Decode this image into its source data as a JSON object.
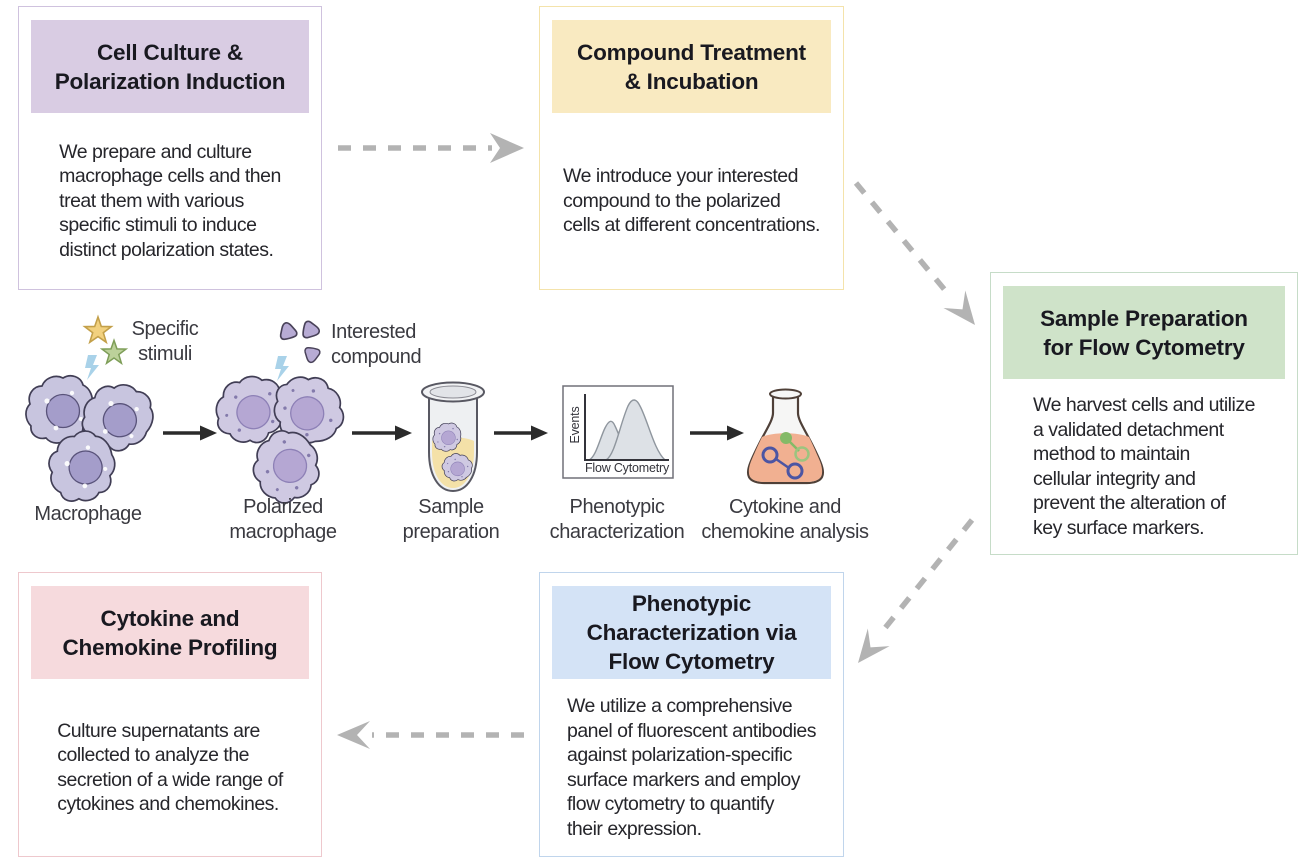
{
  "boxes": [
    {
      "id": "cell-culture",
      "title": "Cell Culture &\nPolarization Induction",
      "body": "We prepare and culture\nmacrophage cells and then\ntreat them with various\nspecific stimuli to induce\ndistinct polarization states.",
      "header_bg": "#d9cce3",
      "border_color": "#cfc2de"
    },
    {
      "id": "compound-treatment",
      "title": "Compound Treatment\n& Incubation",
      "body": "We introduce your interested\ncompound to the polarized\ncells at different concentrations.",
      "header_bg": "#f9eac1",
      "border_color": "#f4e3ab"
    },
    {
      "id": "sample-preparation",
      "title": "Sample Preparation\nfor Flow Cytometry",
      "body": "We harvest cells and utilize\na validated detachment\nmethod to maintain\ncellular integrity and\nprevent the alteration of\nkey surface markers.",
      "header_bg": "#cfe3c9",
      "border_color": "#c6dcc8"
    },
    {
      "id": "phenotypic-characterization",
      "title": "Phenotypic\nCharacterization via\nFlow Cytometry",
      "body": "We utilize a comprehensive\npanel of fluorescent antibodies\nagainst polarization-specific\nsurface markers and employ\nflow cytometry to quantify\ntheir expression.",
      "header_bg": "#d4e3f6",
      "border_color": "#c0d5ec"
    },
    {
      "id": "cytokine-profiling",
      "title": "Cytokine and\nChemokine Profiling",
      "body": "Culture supernatants are\ncollected to analyze the\nsecretion of a wide range of\ncytokines and chemokines.",
      "header_bg": "#f6dadd",
      "border_color": "#eec8cd"
    }
  ],
  "illustration": {
    "stimuli_label": "Specific\nstimuli",
    "compound_label": "Interested\ncompound",
    "stage_labels": [
      "Macrophage",
      "Polarized\nmacrophage",
      "Sample\npreparation",
      "Phenotypic\ncharacterization",
      "Cytokine and\nchemokine analysis"
    ],
    "flow_plot": {
      "ylabel": "Events",
      "xlabel": "Flow Cytometry"
    },
    "colors": {
      "macrophage_cell": "#c8c5df",
      "macrophage_nucleus": "#a49dca",
      "polarized_cell": "#cfc9e2",
      "polarized_nucleus": "#b5a7d3",
      "star_yellow": "#f2d17f",
      "star_green": "#bcd19a",
      "lightning": "#a9d2e9",
      "compound_particle": "#b7abd4",
      "tube_liquid": "#f3dfa3",
      "flask_liquid": "#f1b091",
      "histogram_fill": "#dde1e6",
      "dashed_arrow": "#b3b3b3",
      "solid_arrow": "#2b2b2b"
    }
  }
}
